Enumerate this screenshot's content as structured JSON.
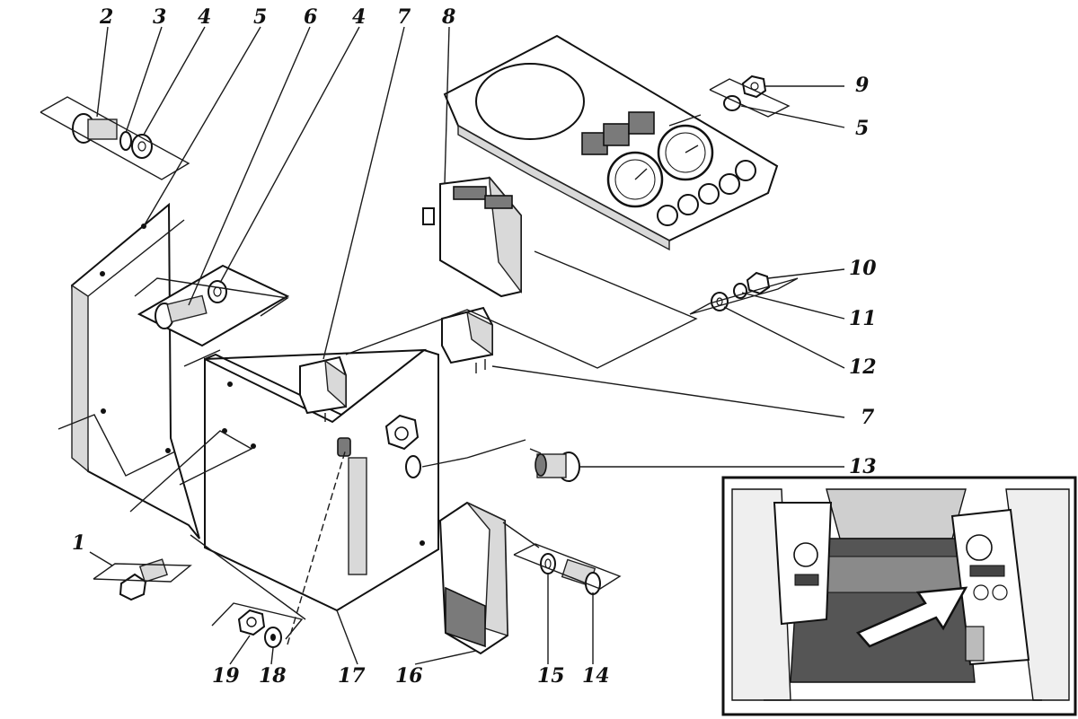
{
  "labels": {
    "l2": "2",
    "l3": "3",
    "l4a": "4",
    "l5a": "5",
    "l6": "6",
    "l4b": "4",
    "l7a": "7",
    "l8": "8",
    "l9": "9",
    "l5b": "5",
    "l10": "10",
    "l11": "11",
    "l12": "12",
    "l7b": "7",
    "l13": "13",
    "l1": "1",
    "l19": "19",
    "l18": "18",
    "l17": "17",
    "l16": "16",
    "l15": "15",
    "l14": "14"
  },
  "colors": {
    "ink": "#111111",
    "paper": "#ffffff",
    "shade": "#d9d9d9"
  }
}
